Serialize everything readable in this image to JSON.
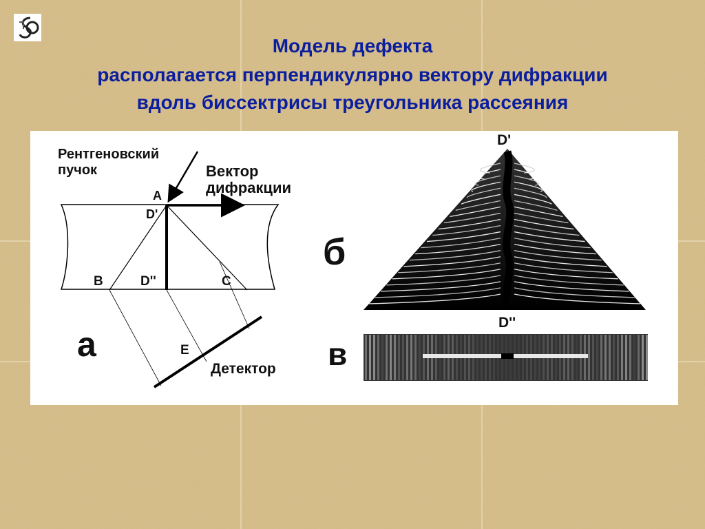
{
  "slide": {
    "title_lines": [
      "Модель дефекта",
      "располагается перпендикулярно вектору дифракции",
      "вдоль биссектрисы треугольника рассеяния"
    ]
  },
  "colors": {
    "title": "#0b1f9e",
    "background": "#d9c08c",
    "panel": "#ffffff",
    "ink": "#000000"
  },
  "icons": {
    "logo": "ds-logo-icon"
  },
  "diagram_a": {
    "beam_label_line1": "Рентгеновский",
    "beam_label_line2": "пучок",
    "vector_label_line1": "Вектор",
    "vector_label_line2": "дифракции",
    "point_a": "A",
    "point_d_prime": "D'",
    "point_b": "B",
    "point_d_double": "D''",
    "point_c": "C",
    "point_e": "E",
    "detector_label": "Детектор",
    "panel_letter": "а"
  },
  "diagram_b": {
    "top_label": "D'",
    "bottom_label": "D''",
    "panel_letter": "б"
  },
  "diagram_v": {
    "panel_letter": "в"
  }
}
